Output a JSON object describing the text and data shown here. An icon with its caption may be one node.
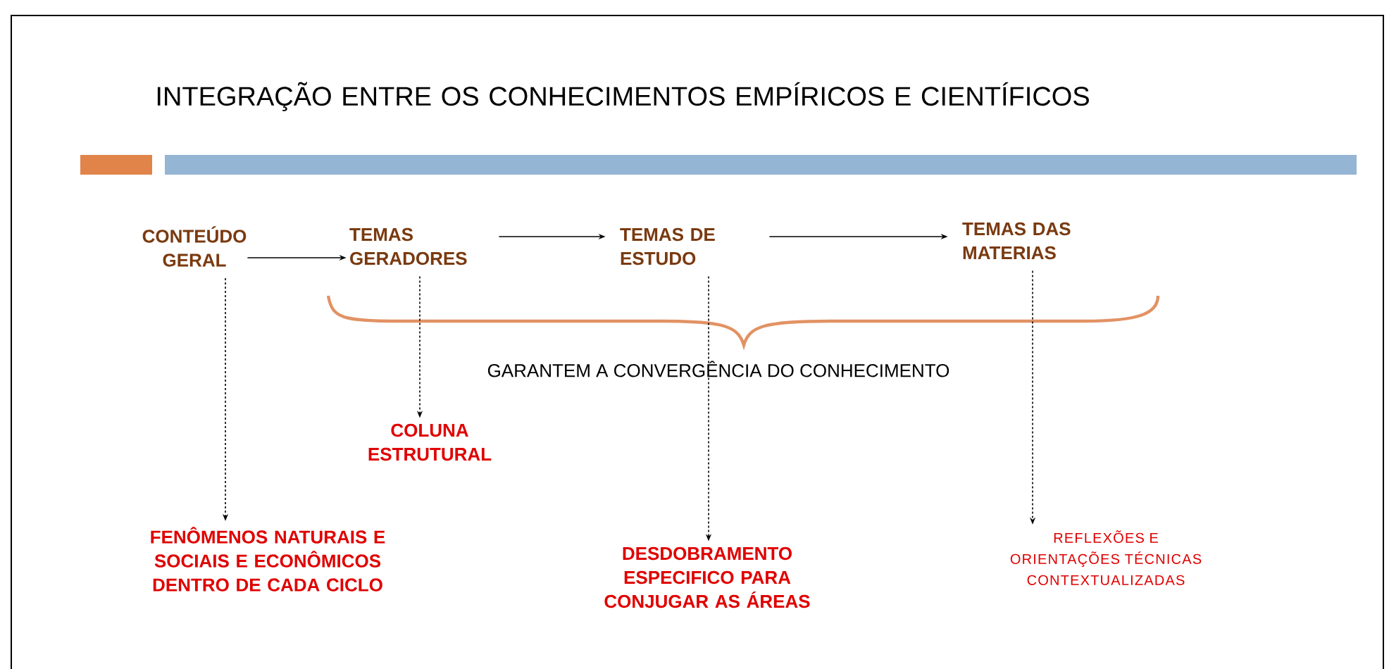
{
  "diagram": {
    "title": "INTEGRAÇÃO ENTRE OS CONHECIMENTOS EMPÍRICOS E CIENTÍFICOS",
    "nodes": [
      {
        "text": [
          "CONTEÚDO GERAL"
        ]
      },
      {
        "text": [
          "TEMAS GERADORES"
        ]
      },
      {
        "text": [
          "TEMAS DE ESTUDO"
        ]
      },
      {
        "text": [
          "TEMAS DAS MATERIAS"
        ]
      },
      {
        "text": [
          "COLUNA ESTRUTURAL"
        ]
      },
      {
        "text": [
          "FENÔMENOS NATURAIS E SOCIAIS E ECONÔMICOS DENTRO DE CADA CICLO"
        ]
      },
      {
        "text": [
          "DESDOBRAMENTO ESPECIFICO PARA CONJUGAR AS ÁREAS"
        ]
      },
      {
        "text": [
          "REFLEXÕES E ORIENTAÇÕES TÉCNICAS CONTEXTUALIZADAS"
        ]
      }
    ],
    "edges": [
      {
        "from": 0,
        "to": 1,
        "arrow": "to"
      },
      {
        "from": 1,
        "to": 2,
        "arrow": "to"
      },
      {
        "from": 2,
        "to": 3,
        "arrow": "to"
      },
      {
        "from": 0,
        "to": 5,
        "arrow": "to",
        "style": "dashed"
      },
      {
        "from": 1,
        "to": 4,
        "arrow": "to",
        "style": "dashed"
      },
      {
        "from": 2,
        "to": 6,
        "arrow": "to",
        "style": "dashed"
      },
      {
        "from": 3,
        "to": 7,
        "arrow": "to",
        "style": "dashed"
      }
    ],
    "labels": [
      "GARANTEM A CONVERGÊNCIA DO CONHECIMENTO"
    ]
  }
}
